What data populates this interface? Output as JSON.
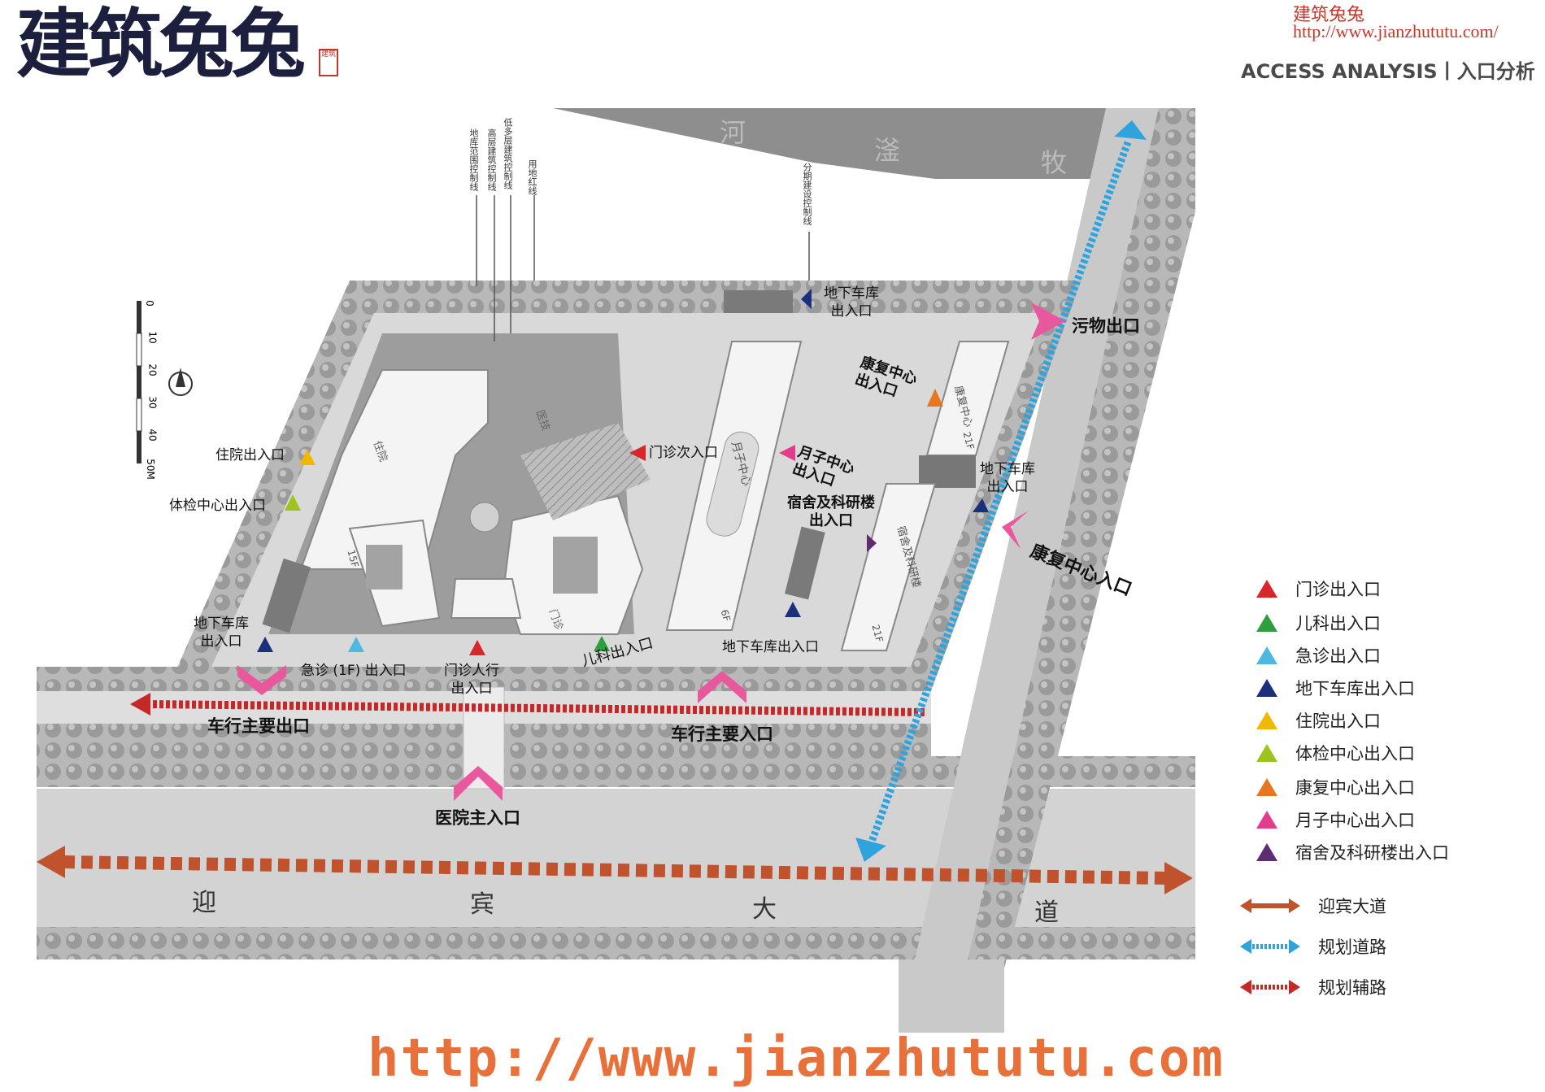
{
  "header": {
    "logo": "建筑兔兔",
    "logo_seal": "建筑",
    "watermark_cn": "建筑兔兔",
    "watermark_url": "http://www.jianzhututu.com/",
    "title": "ACCESS ANALYSIS丨入口分析"
  },
  "footer": {
    "url": "http://www.jianzhututu.com"
  },
  "scale": {
    "ticks": [
      "0",
      "10",
      "20",
      "30",
      "40",
      "50M"
    ]
  },
  "street_labels": {
    "main_road": [
      "迎",
      "宾",
      "大",
      "道"
    ],
    "river": [
      "河",
      "滏",
      "牧"
    ]
  },
  "control_lines": [
    "用地红线",
    "低多层建筑控制线",
    "高层建筑控制线",
    "地库范围控制线",
    "分期建设控制线"
  ],
  "map_labels": {
    "waste_exit": "污物出口",
    "rehab_entrance": "康复中心入口",
    "vehicle_main_exit": "车行主要出口",
    "vehicle_main_entrance": "车行主要入口",
    "hospital_main_entrance": "医院主入口",
    "garage_top": "地下车库\n出入口",
    "rehab_center_io": "康复中心\n出入口",
    "outpatient_secondary": "门诊次入口",
    "maternity_center": "月子中心\n出入口",
    "garage_right": "地下车库\n出入口",
    "dorm_research": "宿舍及科研楼\n出入口",
    "inpatient_io": "住院出入口",
    "checkup_io": "体检中心出入口",
    "garage_left": "地下车库\n出入口",
    "emergency_io": "急诊 (1F) 出入口",
    "outpatient_ped": "门诊人行\n出入口",
    "pediatric_io": "儿科出入口",
    "garage_bottom": "地下车库出入口"
  },
  "building_labels": [
    "住院",
    "门诊",
    "医技",
    "月子中心",
    "康复中心",
    "宿舍及科研楼",
    "21F",
    "15F",
    "6F",
    "21F"
  ],
  "legend": [
    {
      "label": "门诊出入口",
      "color": "#d9262b"
    },
    {
      "label": "儿科出入口",
      "color": "#2e9e3e"
    },
    {
      "label": "急诊出入口",
      "color": "#4fb8de"
    },
    {
      "label": "地下车库出入口",
      "color": "#1b2f7a"
    },
    {
      "label": "住院出入口",
      "color": "#f1b800"
    },
    {
      "label": "体检中心出入口",
      "color": "#9dc41d"
    },
    {
      "label": "康复中心出入口",
      "color": "#e8761e"
    },
    {
      "label": "月子中心出入口",
      "color": "#e23d8c"
    },
    {
      "label": "宿舍及科研楼出入口",
      "color": "#5e2c72"
    }
  ],
  "route_legend": [
    {
      "label": "迎宾大道",
      "color": "#c0532e",
      "style": "main"
    },
    {
      "label": "规划道路",
      "color": "#2ea3de",
      "style": "planned"
    },
    {
      "label": "规划辅路",
      "color": "#c62828",
      "style": "auxiliary"
    }
  ],
  "colors": {
    "road": "#cfcfcf",
    "river": "#8e8e8e",
    "site": "#a9a9a9",
    "building": "#f4f4f4",
    "pink": "#e9589d"
  }
}
